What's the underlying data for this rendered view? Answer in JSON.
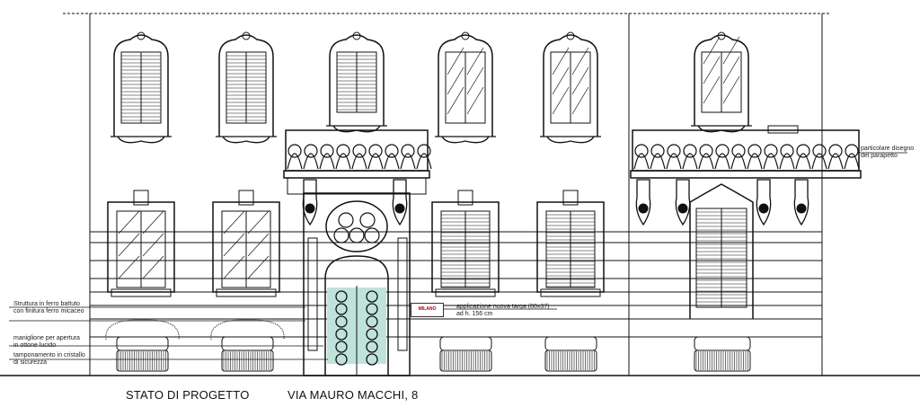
{
  "drawing": {
    "title": "STATO DI PROGETTO",
    "address": "VIA MAURO MACCHI, 8",
    "plaque_text": "MILANO"
  },
  "annotations": {
    "structure_line1": "Struttura in ferro battuto",
    "structure_line2": "con finitura ferro micaceo",
    "handle_line1": "maniglione per apertura",
    "handle_line2": "in ottone lucido",
    "glass_line1": "tamponamento in cristallo",
    "glass_line2": "di sicurezza",
    "plate_line1": "applicazione nuova targa (80x37)",
    "plate_line2": "ad h. 156 cm",
    "parapet_line1": "particolare disegno",
    "parapet_line2": "del parapetto"
  },
  "colors": {
    "line": "#111111",
    "door_glass": "#bfe3da"
  }
}
